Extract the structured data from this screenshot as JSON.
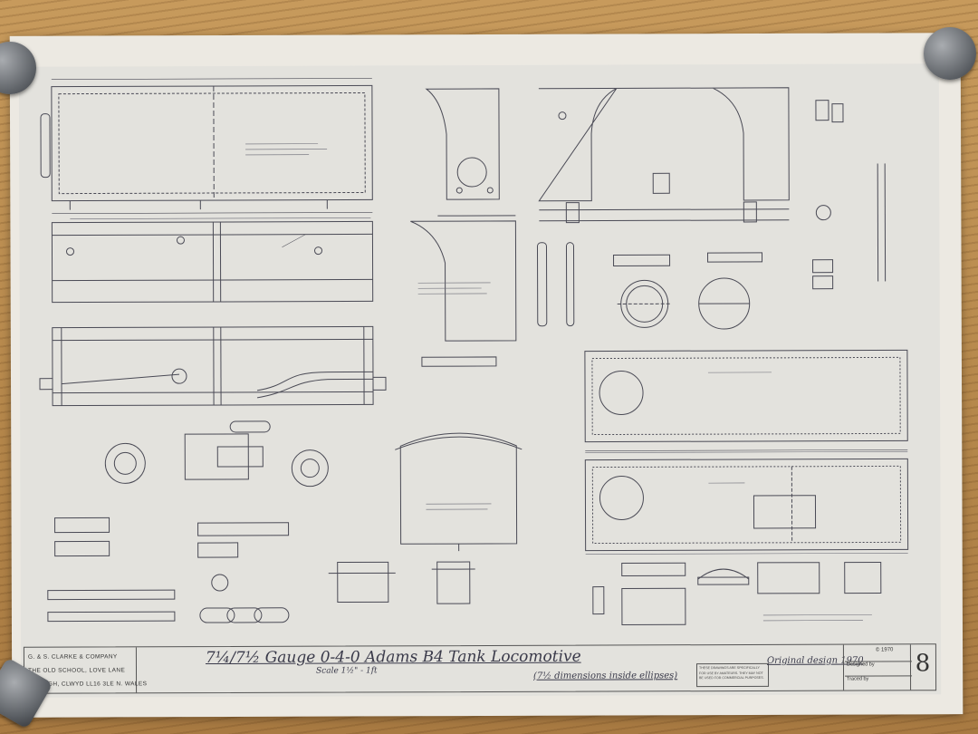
{
  "title_block": {
    "company_lines": [
      "G. & S. CLARKE & COMPANY",
      "THE OLD SCHOOL, LOVE LANE",
      "DENBIGH, CLWYD LL16 3LE  N. WALES"
    ],
    "drawing_title": "7¼/7½ Gauge 0-4-0 Adams B4 Tank Locomotive",
    "scale": "Scale 1½\" - 1ft",
    "dimension_note": "(7½ dimensions inside ellipses)",
    "original_design": "Original design 1970",
    "year": "© 1970",
    "designed_by": "Designed by",
    "traced_by": "Traced by",
    "sheet_number": "8",
    "legal_note": "THESE DRAWINGS ARE SPECIFICALLY FOR USE BY AMATEURS. THEY MAY NOT BE USED FOR COMMERCIAL PURPOSES."
  },
  "colors": {
    "wood": "#b88b4f",
    "paper": "#ece9e2",
    "print": "#e3e2dd",
    "line": "#4a4a55"
  },
  "icons": [
    "magnet-icon"
  ]
}
